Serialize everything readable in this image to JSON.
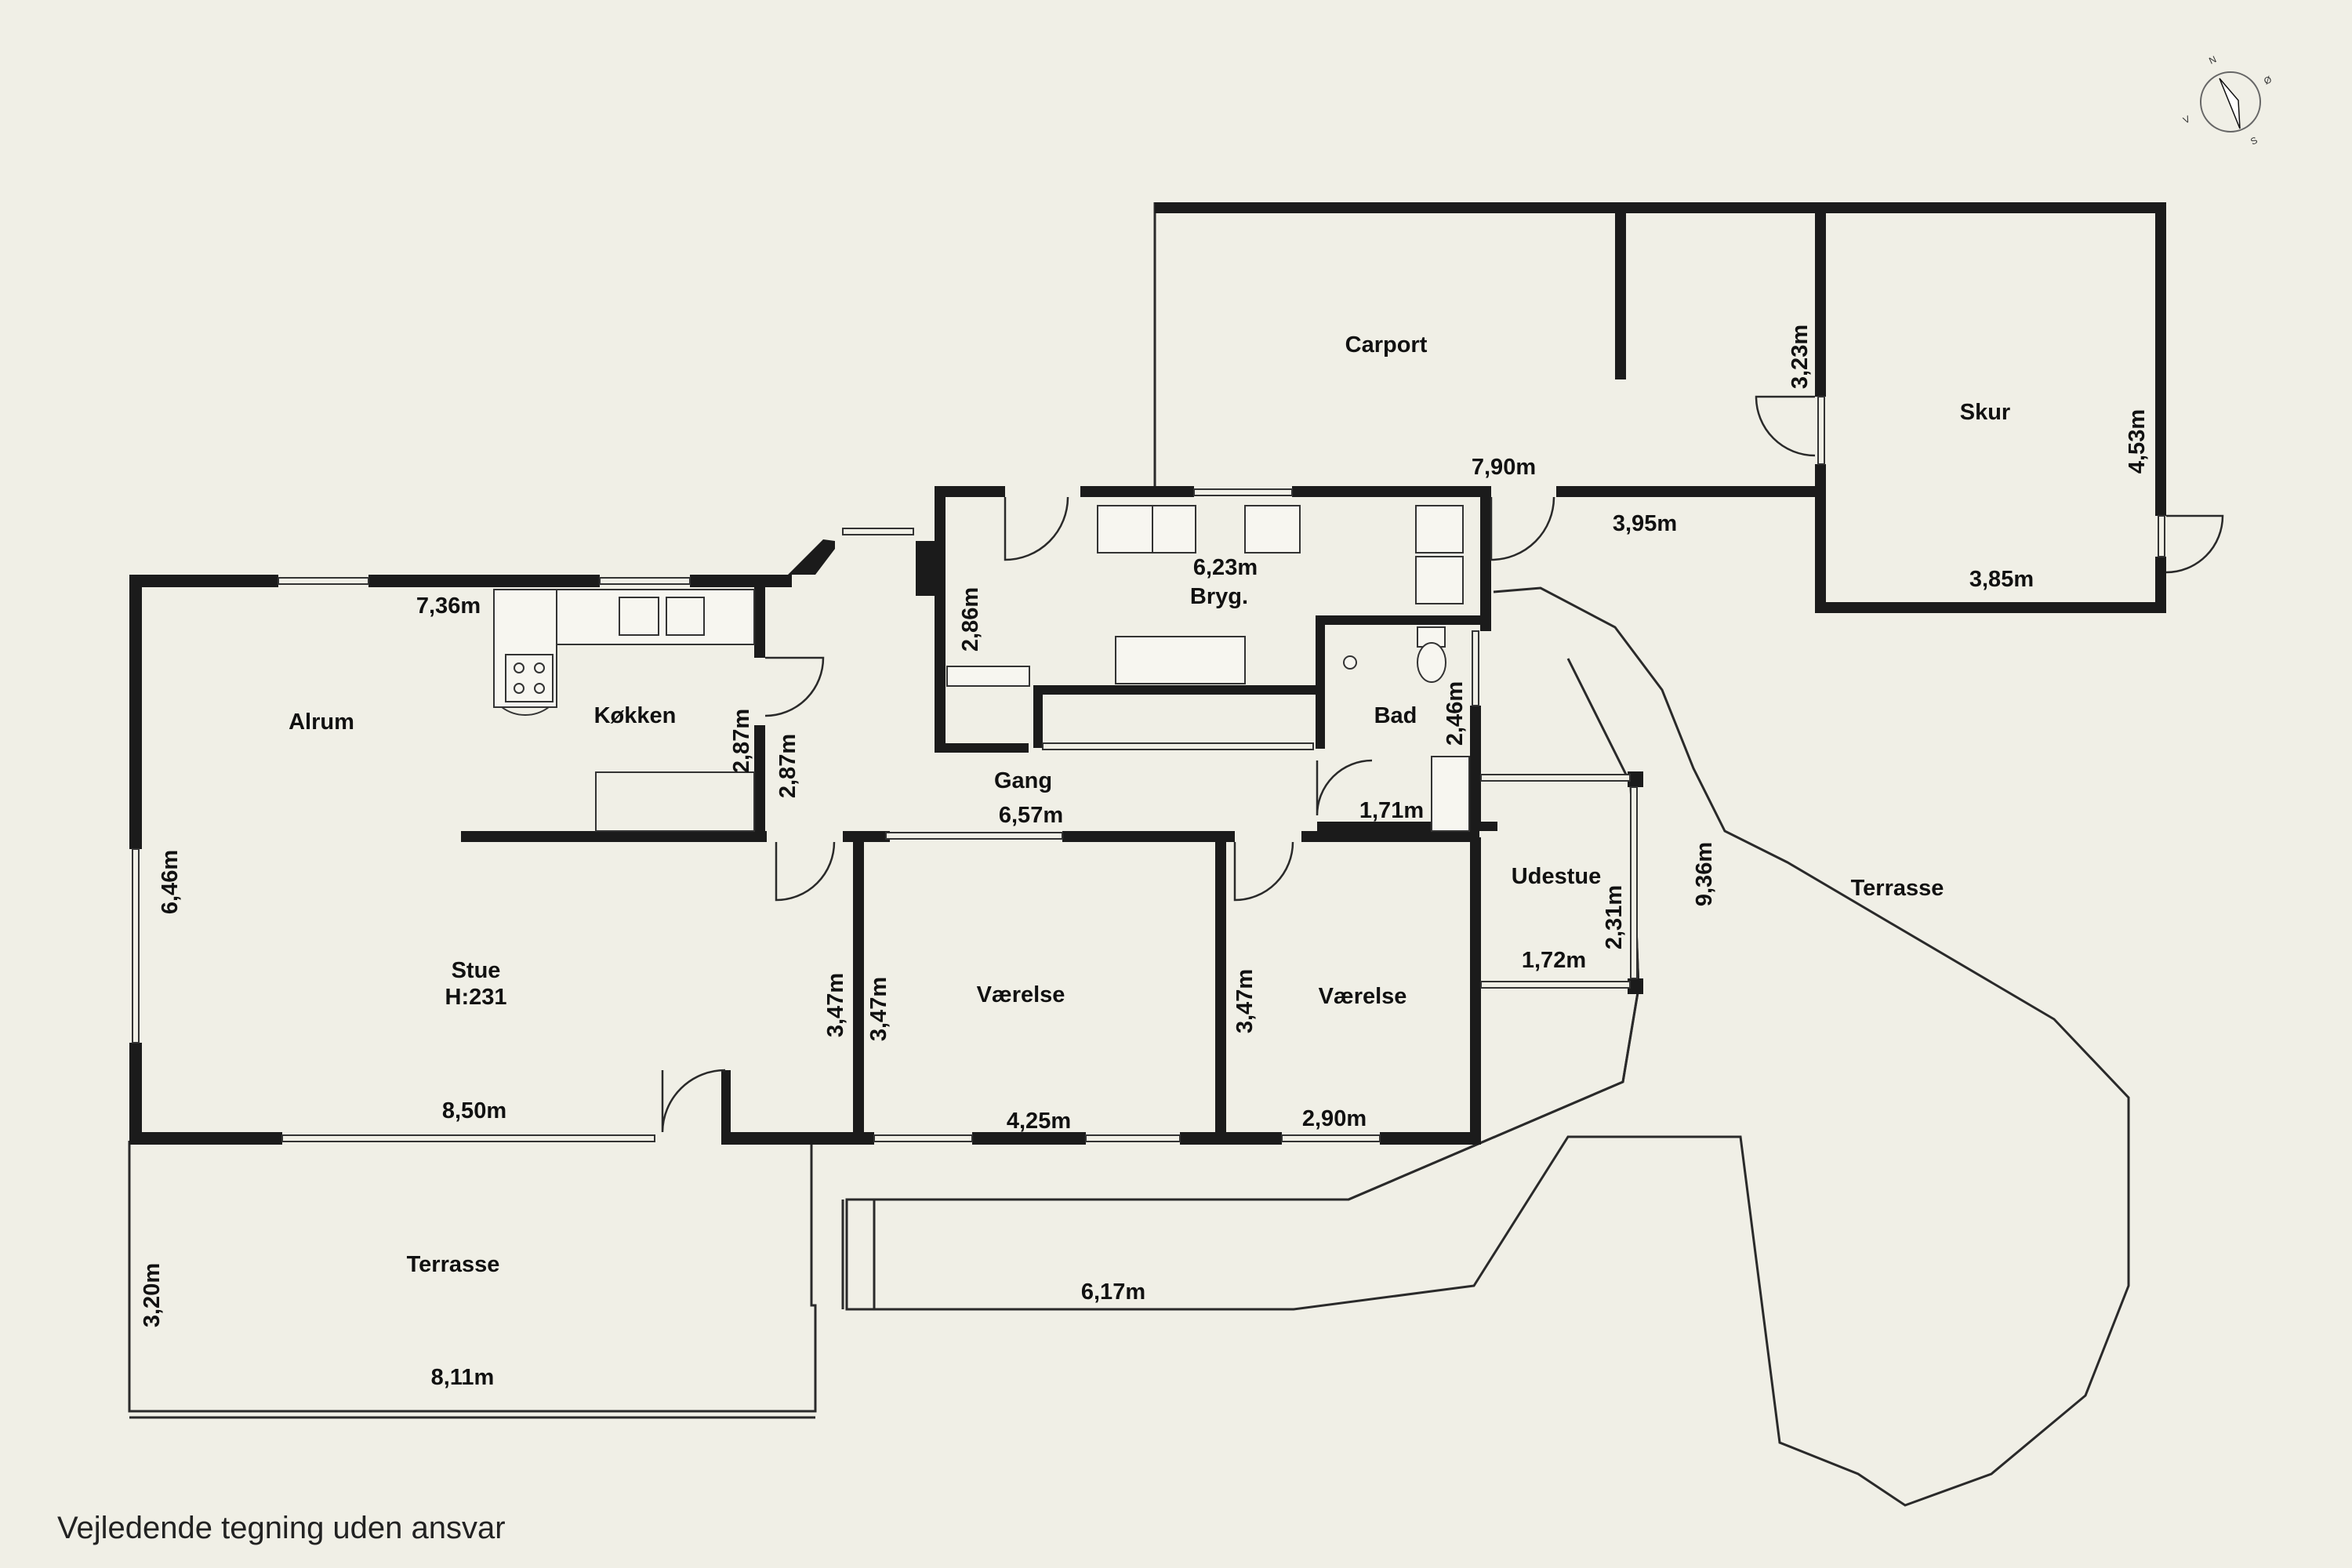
{
  "rooms": {
    "carport": "Carport",
    "skur": "Skur",
    "bryg": "Bryg.",
    "alrum": "Alrum",
    "kokken": "Køkken",
    "bad": "Bad",
    "gang": "Gang",
    "udestue": "Udestue",
    "terrasse_right": "Terrasse",
    "stue": "Stue",
    "stue_height": "H:231",
    "vaerelse_1": "Værelse",
    "vaerelse_2": "Værelse",
    "terrasse_bottom": "Terrasse"
  },
  "dimensions": {
    "carport_width": "7,90m",
    "carport_inner": "3,95m",
    "skur_height_left": "3,23m",
    "skur_height_right": "4,53m",
    "skur_width": "3,85m",
    "bryg_width": "6,23m",
    "bryg_height": "2,86m",
    "alrum_width": "7,36m",
    "kokken_height_1": "2,87m",
    "kokken_height_2": "2,87m",
    "bad_height": "2,46m",
    "bad_width": "1,71m",
    "gang_width": "6,57m",
    "alrum_height": "6,46m",
    "terrasse_depth": "9,36m",
    "udestue_height": "2,31m",
    "udestue_width": "1,72m",
    "stue_width": "8,50m",
    "vaerelse1_height_a": "3,47m",
    "vaerelse1_height_b": "3,47m",
    "vaerelse2_height": "3,47m",
    "vaerelse1_width": "4,25m",
    "vaerelse2_width": "2,90m",
    "terrasse_height": "3,20m",
    "terrasse_width": "8,11m",
    "path_width": "6,17m"
  },
  "compass": {
    "n": "N",
    "e": "Ø",
    "s": "S",
    "w": "V"
  },
  "disclaimer": "Vejledende tegning uden ansvar",
  "colors": {
    "background": "#f0efe6",
    "wall": "#1b1b1b",
    "line": "#2a2a2a"
  }
}
